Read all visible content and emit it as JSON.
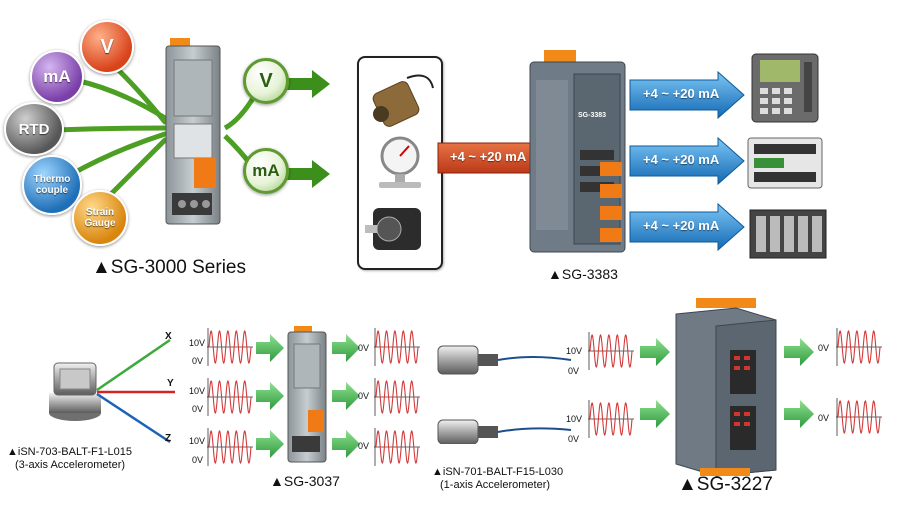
{
  "top_left": {
    "inputs": [
      "mA",
      "V",
      "RTD",
      "Thermo couple",
      "Strain Gauge"
    ],
    "outputs": [
      "V",
      "mA"
    ],
    "caption": "▲SG-3000 Series"
  },
  "top_right": {
    "input_signal": "+4 ~ +20 mA",
    "device_label": "SG-3383",
    "outputs": [
      "+4 ~ +20 mA",
      "+4 ~ +20 mA",
      "+4 ~ +20 mA"
    ],
    "caption": "▲SG-3383"
  },
  "bottom_left": {
    "axes": [
      "X",
      "Y",
      "Z"
    ],
    "sensor_caption_line1": "▲iSN-703-BALT-F1-L015",
    "sensor_caption_line2": "(3-axis Accelerometer)",
    "input_high": "10V",
    "input_low": "0V",
    "output_level": "0V",
    "device_caption": "▲SG-3037"
  },
  "bottom_right": {
    "sensor_caption_line1": "▲iSN-701-BALT-F15-L030",
    "sensor_caption_line2": "(1-axis Accelerometer)",
    "input_high": "10V",
    "input_low": "0V",
    "output_level": "0V",
    "device_caption": "▲SG-3227"
  },
  "colors": {
    "green_arrow": "#4fae53",
    "blue_arrow": "#2b8fd6",
    "red_arrow": "#d9401b",
    "sine_wave": "#d23a3a",
    "axis_x": "#3daa3d",
    "axis_y": "#d42424",
    "axis_z": "#1c63b8"
  }
}
